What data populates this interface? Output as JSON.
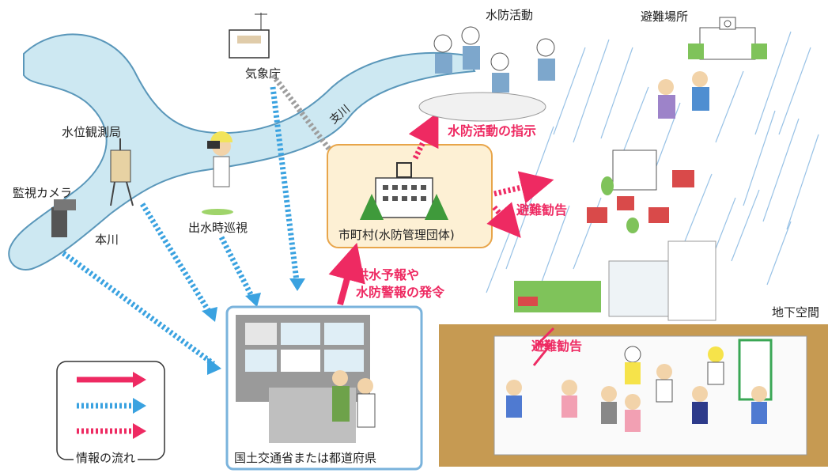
{
  "labels": {
    "weather_agency": "気象庁",
    "flood_fighting": "水防活動",
    "evacuation_site": "避難場所",
    "tributary": "支川",
    "water_level_station": "水位観測局",
    "surveillance_camera": "監視カメラ",
    "main_river": "本川",
    "flood_patrol": "出水時巡視",
    "flood_fighting_instruction": "水防活動の指示",
    "evacuation_advisory_town": "避難勧告",
    "municipality": "市町村(水防管理団体)",
    "flood_forecast_line1": "洪水予報や",
    "flood_forecast_line2": "水防警報の発令",
    "underground_space": "地下空間",
    "evacuation_advisory_underground": "避難勧告",
    "ministry": "国土交通省または都道府県",
    "legend_title": "情報の流れ"
  },
  "colors": {
    "river": "#cde8f2",
    "river_outline": "#5a97ba",
    "red_arrow": "#ee2a62",
    "blue_dashed": "#3aa2e0",
    "gray_dashed": "#9e9e9e",
    "municipality_box_fill": "#fdf0d4",
    "municipality_box_border": "#e8a54a",
    "ministry_box_border": "#7ab3dc",
    "underground_soil": "#c69a52"
  },
  "icons": [
    "weather-station-icon",
    "water-level-station-icon",
    "surveillance-camera-icon",
    "patrol-person-icon",
    "flood-fighters-icon",
    "evacuation-site-building-icon",
    "town-hall-icon",
    "control-room-icon",
    "underground-evacuees-icon",
    "rain-icon"
  ]
}
